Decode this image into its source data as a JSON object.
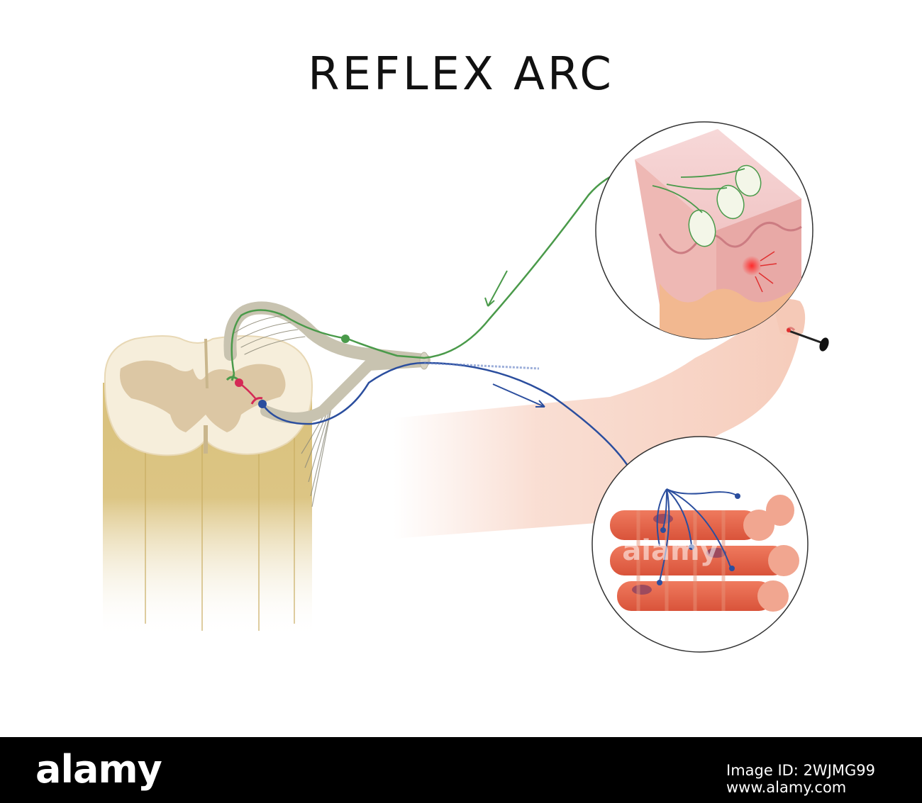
{
  "title": "REFLEX ARC",
  "watermark": "alamy",
  "footer": {
    "brand": "alamy",
    "image_id_prefix": "Image ID: ",
    "image_id": "2WJMG99",
    "site": "www.alamy.com"
  },
  "colors": {
    "sensory_neuron": "#4a9a4a",
    "motor_neuron": "#2b4e9e",
    "interneuron": "#d42a56",
    "spinal_column": "#d8c07a",
    "gray_matter": "#dcc9a8",
    "white_matter": "#f7eedb",
    "skin": "#f5cbbb",
    "muscle": "#e8664a"
  }
}
